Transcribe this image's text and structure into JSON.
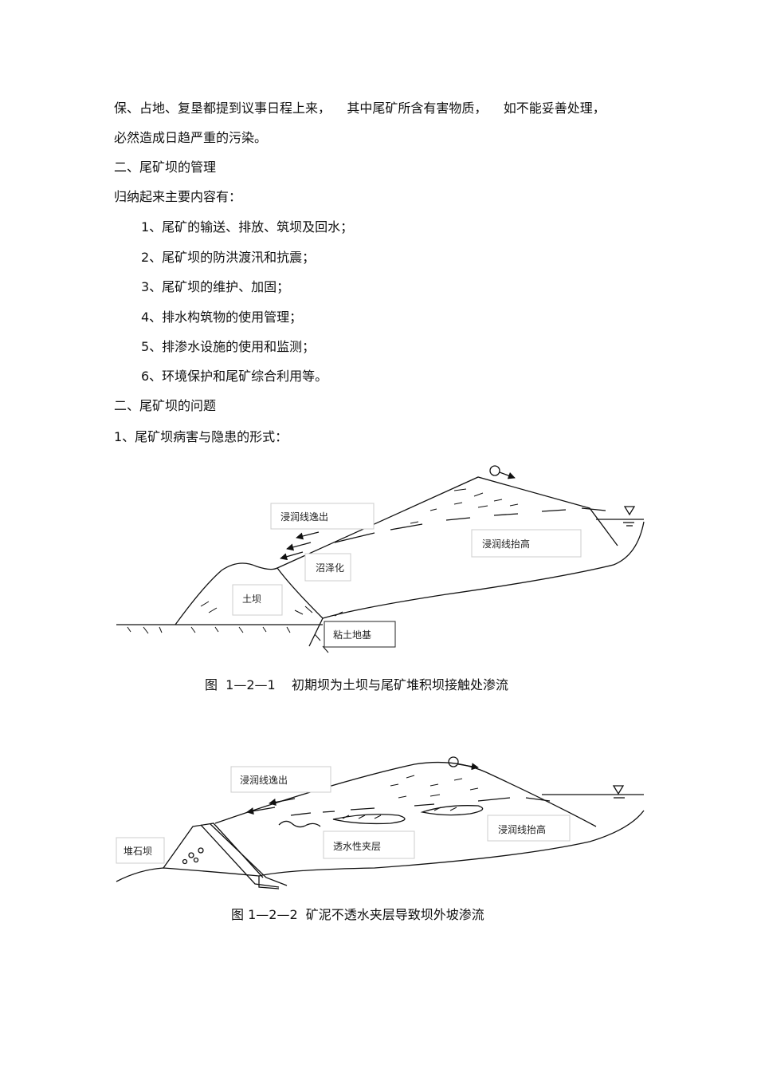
{
  "paragraphs": {
    "p1": "保、占地、复垦都提到议事日程上来，    其中尾矿所含有害物质，    如不能妥善处理，",
    "p2": "必然造成日趋严重的污染。",
    "h_management": "二、尾矿坝的管理",
    "intro": "归纳起来主要内容有：",
    "items": [
      "1、尾矿的输送、排放、筑坝及回水；",
      "2、尾矿坝的防洪渡汛和抗震；",
      "3、尾矿坝的维护、加固；",
      "4、排水构筑物的使用管理；",
      "5、排渗水设施的使用和监测；",
      "6、环境保护和尾矿综合利用等。"
    ],
    "h_problems": "二、尾矿坝的问题",
    "sub1": "1、尾矿坝病害与隐患的形式："
  },
  "figure1": {
    "labels": {
      "seepage_exit": "浸润线逸出",
      "swamp": "沼泽化",
      "raise": "浸润线抬高",
      "earth_dam": "土坝",
      "clay_base": "粘土地基"
    },
    "caption": "图  1—2—1    初期坝为土坝与尾矿堆积坝接触处渗流"
  },
  "figure2": {
    "labels": {
      "seepage_exit": "浸润线逸出",
      "rock_dam": "堆石坝",
      "permeable_layer": "透水性夹层",
      "raise": "浸润线抬高"
    },
    "caption": "图 1—2—2  矿泥不透水夹层导致坝外坡渗流"
  }
}
